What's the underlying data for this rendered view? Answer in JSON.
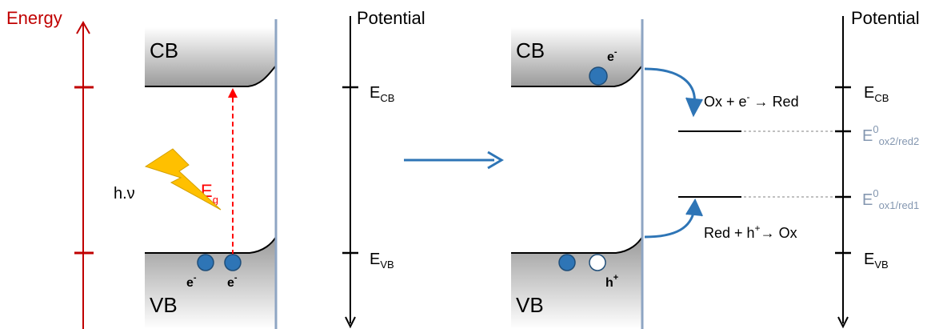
{
  "left_panel": {
    "energy_label": "Energy",
    "cb_label": "CB",
    "vb_label": "VB",
    "photon_label": "h.ν",
    "gap_main": "E",
    "gap_sub": "g",
    "electron_labels": [
      "e",
      "e"
    ],
    "electron_charge": "-"
  },
  "left_axis": {
    "title": "Potential",
    "ecb_main": "E",
    "ecb_sub": "CB",
    "evb_main": "E",
    "evb_sub": "VB"
  },
  "right_panel": {
    "cb_label": "CB",
    "vb_label": "VB",
    "cb_electron_label": "e",
    "cb_electron_charge": "-",
    "hole_label": "h",
    "hole_charge": "+",
    "reduction_text_1": "Ox + e",
    "reduction_charge": "-",
    "reduction_arrow": "→",
    "reduction_text_2": "Red",
    "oxidation_text_1": "Red + h",
    "oxidation_charge": "+",
    "oxidation_arrow": "→",
    "oxidation_text_2": "Ox"
  },
  "right_axis": {
    "title": "Potential",
    "ecb_main": "E",
    "ecb_sub": "CB",
    "e2_main": "E",
    "e2_sup": "0",
    "e2_sub": "ox2/red2",
    "e1_main": "E",
    "e1_sup": "0",
    "e1_sub": "ox1/red1",
    "evb_main": "E",
    "evb_sub": "VB"
  },
  "colors": {
    "energy": "#c00000",
    "accent_blue": "#2e75b6",
    "interface": "#8ea5c3",
    "band_gradient_start": "#ffffff",
    "band_gradient_end": "#9a9a9a",
    "redox_label": "#8497b0",
    "lightning": "#ffc000"
  },
  "icons": {
    "lightning": "lightning-bolt-icon",
    "electron": "filled-circle",
    "hole": "hollow-circle"
  }
}
